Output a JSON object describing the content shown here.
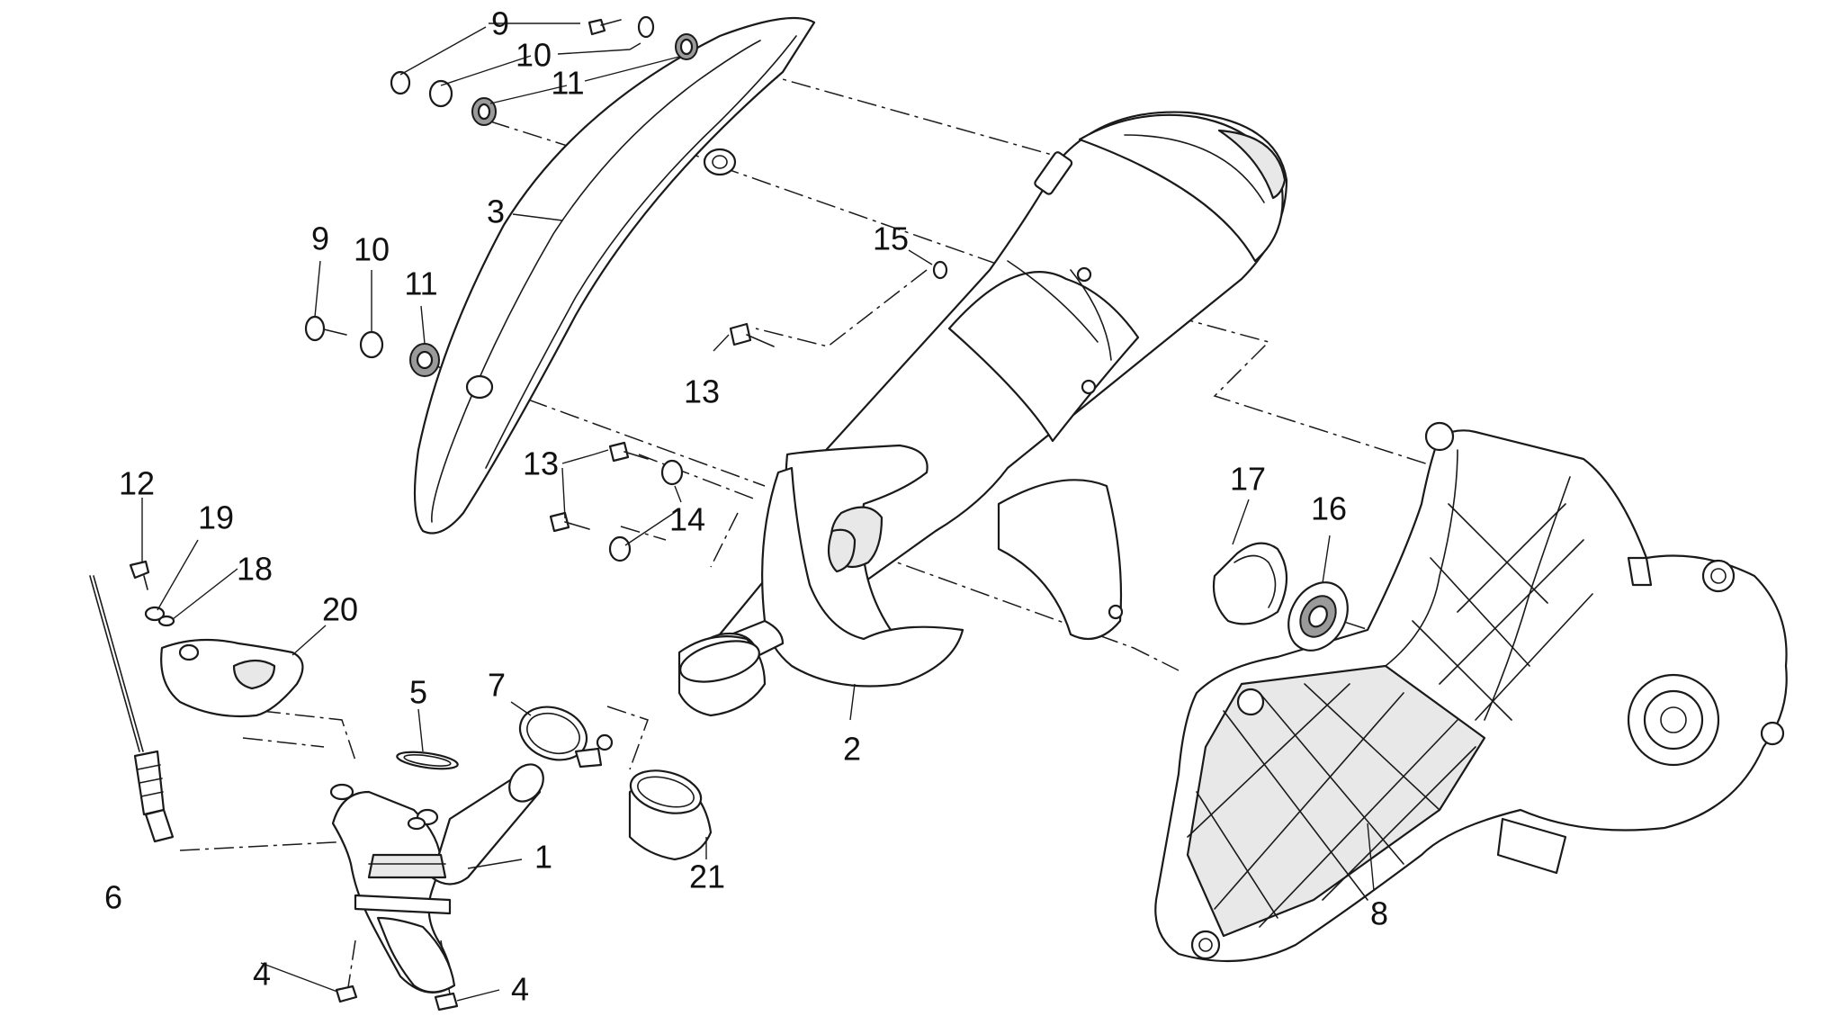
{
  "colors": {
    "line": "#1a1a1a",
    "background": "#ffffff",
    "shade": "#e8e8e8"
  },
  "callouts": {
    "c9_top": "9",
    "c10_top": "10",
    "c11_top": "11",
    "c3": "3",
    "c9_mid": "9",
    "c10_mid": "10",
    "c11_mid": "11",
    "c15": "15",
    "c13_upper": "13",
    "c13_lower": "13",
    "c14": "14",
    "c12": "12",
    "c19": "19",
    "c18": "18",
    "c20": "20",
    "c5": "5",
    "c7": "7",
    "c2": "2",
    "c1": "1",
    "c21": "21",
    "c6": "6",
    "c4_left": "4",
    "c4_right": "4",
    "c17": "17",
    "c16": "16",
    "c8": "8"
  }
}
